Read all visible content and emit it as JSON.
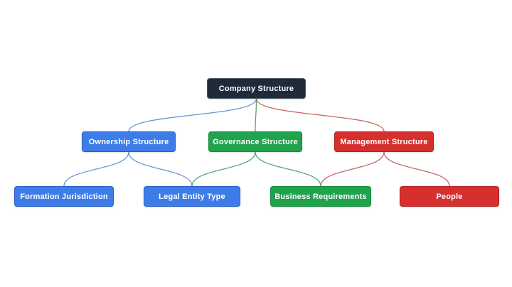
{
  "diagram": {
    "title": "Company Structure",
    "background": "#ffffff",
    "nodes": [
      {
        "id": "company-structure",
        "label": "Company Structure",
        "branch": "dark"
      },
      {
        "id": "ownership-structure",
        "label": "Ownership Structure",
        "branch": "blue"
      },
      {
        "id": "governance-structure",
        "label": "Governance Structure",
        "branch": "green"
      },
      {
        "id": "management-structure",
        "label": "Management Structure",
        "branch": "red"
      },
      {
        "id": "formation-jurisdiction",
        "label": "Formation Jurisdiction",
        "branch": "blue"
      },
      {
        "id": "legal-entity-type",
        "label": "Legal Entity Type",
        "branch": "blue"
      },
      {
        "id": "business-requirements",
        "label": "Business Requirements",
        "branch": "green"
      },
      {
        "id": "people",
        "label": "People",
        "branch": "red"
      }
    ],
    "edges": [
      {
        "from": "company-structure",
        "to": "ownership-structure",
        "color": "blue"
      },
      {
        "from": "company-structure",
        "to": "governance-structure",
        "color": "green"
      },
      {
        "from": "company-structure",
        "to": "management-structure",
        "color": "red"
      },
      {
        "from": "ownership-structure",
        "to": "formation-jurisdiction",
        "color": "blue"
      },
      {
        "from": "ownership-structure",
        "to": "legal-entity-type",
        "color": "blue"
      },
      {
        "from": "governance-structure",
        "to": "legal-entity-type",
        "color": "green"
      },
      {
        "from": "governance-structure",
        "to": "business-requirements",
        "color": "green"
      },
      {
        "from": "management-structure",
        "to": "business-requirements",
        "color": "red"
      },
      {
        "from": "management-structure",
        "to": "people",
        "color": "red"
      }
    ],
    "colors": {
      "background": "#ffffff",
      "text": "#ffffff",
      "dark_fill": "#1f2b38",
      "dark_border": "#4a5866",
      "blue_fill": "#3e7de8",
      "blue_border": "#2a5fc4",
      "blue_line": "#5b87d6",
      "green_fill": "#21a24d",
      "green_border": "#168a3c",
      "green_line": "#3f9f63",
      "red_fill": "#d62f2e",
      "red_border": "#b22322",
      "red_line": "#c25450"
    }
  }
}
